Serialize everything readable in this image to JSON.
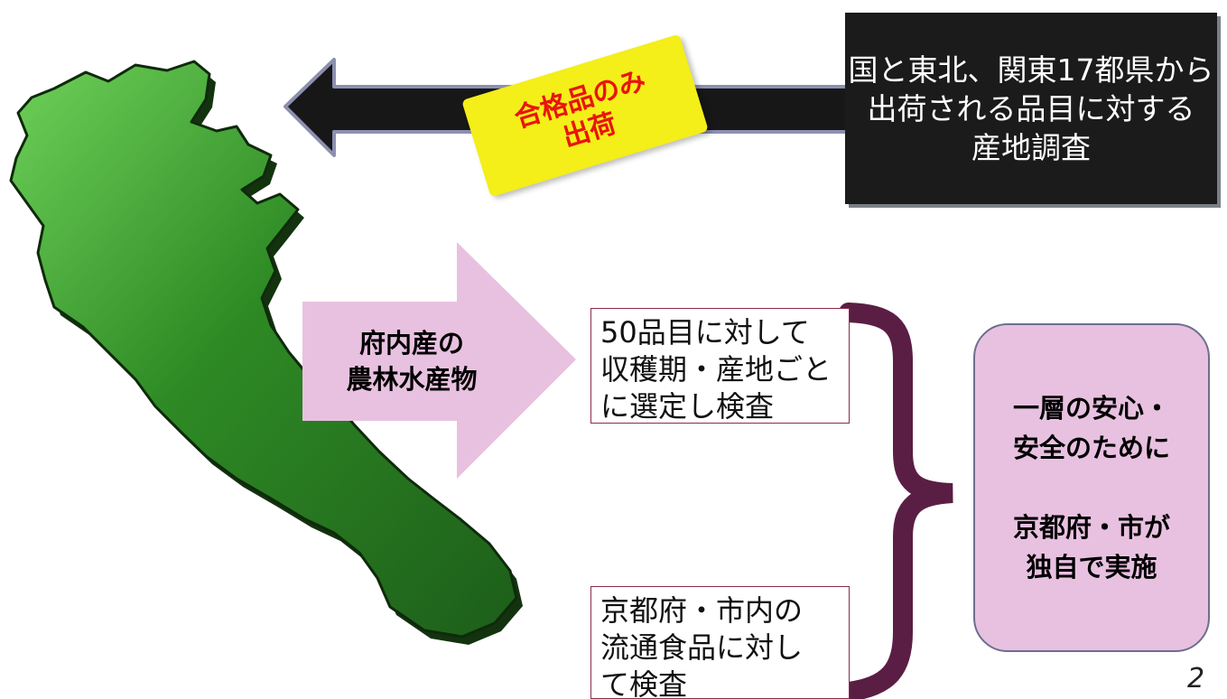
{
  "top_right_box": {
    "lines": [
      "国と東北、関東17都県から",
      "出荷される品目に対する",
      "産地調査"
    ]
  },
  "sticky_note": {
    "lines": [
      "合格品のみ",
      "出荷"
    ],
    "text_color": "#e8150d",
    "bg_color": "#f4ee19"
  },
  "pink_arrow": {
    "lines": [
      "府内産の",
      "農林水産物"
    ],
    "color": "#e8c1e0"
  },
  "box1": {
    "lines": [
      "50品目に対して",
      "収穫期・産地ごと",
      "に選定し検査"
    ]
  },
  "box2": {
    "lines": [
      "京都府・市内の",
      "流通食品に対し",
      "て検査"
    ]
  },
  "result_box": {
    "lines": [
      "一層の安心・",
      "安全のために",
      "",
      "京都府・市が",
      "独自で実施"
    ]
  },
  "page_number": "2",
  "colors": {
    "map_green": "#2e8a24",
    "brace": "#5a1e44",
    "arrow_dark": "#171717"
  }
}
